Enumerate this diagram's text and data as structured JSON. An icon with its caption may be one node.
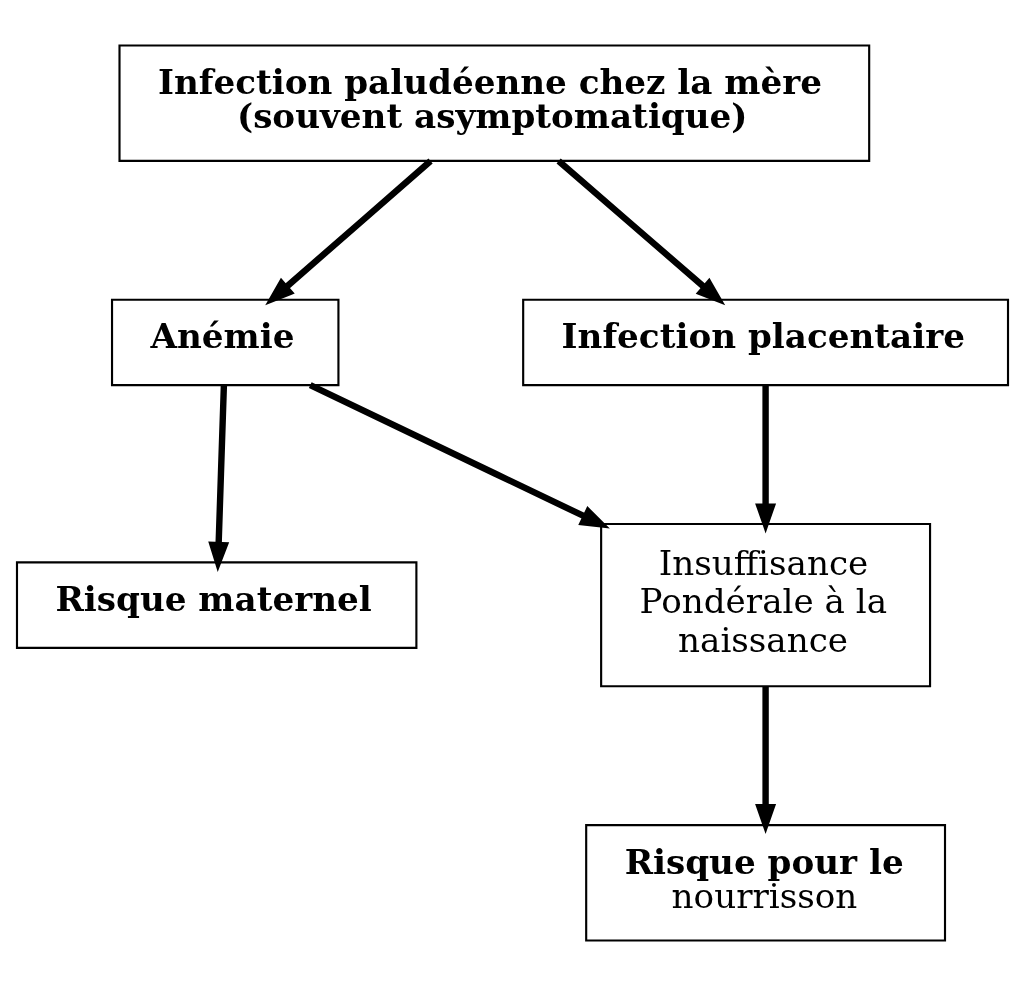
{
  "diagram": {
    "nodes": [
      {
        "text": [
          "**Infection paludéenne chez la mère (souvent asymptomatique)**"
        ]
      },
      {
        "text": [
          "**Anémie**"
        ]
      },
      {
        "text": [
          "**Infection placentaire**"
        ]
      },
      {
        "text": [
          "**Risque maternel**"
        ]
      },
      {
        "text": [
          "Insuffisance Pondérale à la naissance"
        ]
      },
      {
        "text": [
          "**Risque pour le** nourrisson"
        ]
      }
    ],
    "edges": [
      {
        "from": 0,
        "to": 1,
        "arrow": "to"
      },
      {
        "from": 0,
        "to": 2,
        "arrow": "to"
      },
      {
        "from": 1,
        "to": 3,
        "arrow": "to"
      },
      {
        "from": 1,
        "to": 4,
        "arrow": "to"
      },
      {
        "from": 2,
        "to": 4,
        "arrow": "to"
      },
      {
        "from": 4,
        "to": 5,
        "arrow": "to"
      }
    ]
  }
}
